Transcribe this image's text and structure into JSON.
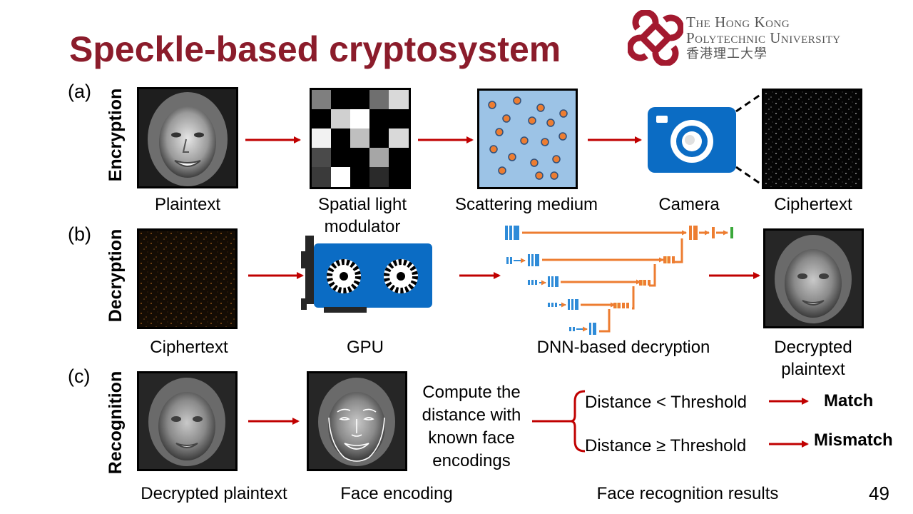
{
  "title": "Speckle-based cryptosystem",
  "university": {
    "line1": "The Hong Kong",
    "line2": "Polytechnic University",
    "line3": "香港理工大學"
  },
  "rows": {
    "a": {
      "label": "(a)",
      "side": "Encryption"
    },
    "b": {
      "label": "(b)",
      "side": "Decryption"
    },
    "c": {
      "label": "(c)",
      "side": "Recognition"
    }
  },
  "encryption": {
    "plaintext": "Plaintext",
    "slm_line1": "Spatial light",
    "slm_line2": "modulator",
    "scattering": "Scattering medium",
    "camera": "Camera",
    "ciphertext": "Ciphertext"
  },
  "decryption": {
    "ciphertext": "Ciphertext",
    "gpu": "GPU",
    "dnn": "DNN-based decryption",
    "decrypted_line1": "Decrypted",
    "decrypted_line2": "plaintext"
  },
  "recognition": {
    "decrypted": "Decrypted plaintext",
    "encoding": "Face encoding",
    "compute_line1": "Compute the",
    "compute_line2": "distance with",
    "compute_line3": "known face",
    "compute_line4": "encodings",
    "cond_less": "Distance < Threshold",
    "cond_geq": "Distance ≥ Threshold",
    "match": "Match",
    "mismatch": "Mismatch",
    "results": "Face recognition results"
  },
  "page_number": "49",
  "colors": {
    "title": "#8b1c2b",
    "arrow": "#c00000",
    "device_blue": "#0b6cc4",
    "medium_fill": "#9cc3e6",
    "particle": "#ed7d31",
    "dnn_orange": "#ed7d31",
    "dnn_blue": "#2e8bd8"
  }
}
